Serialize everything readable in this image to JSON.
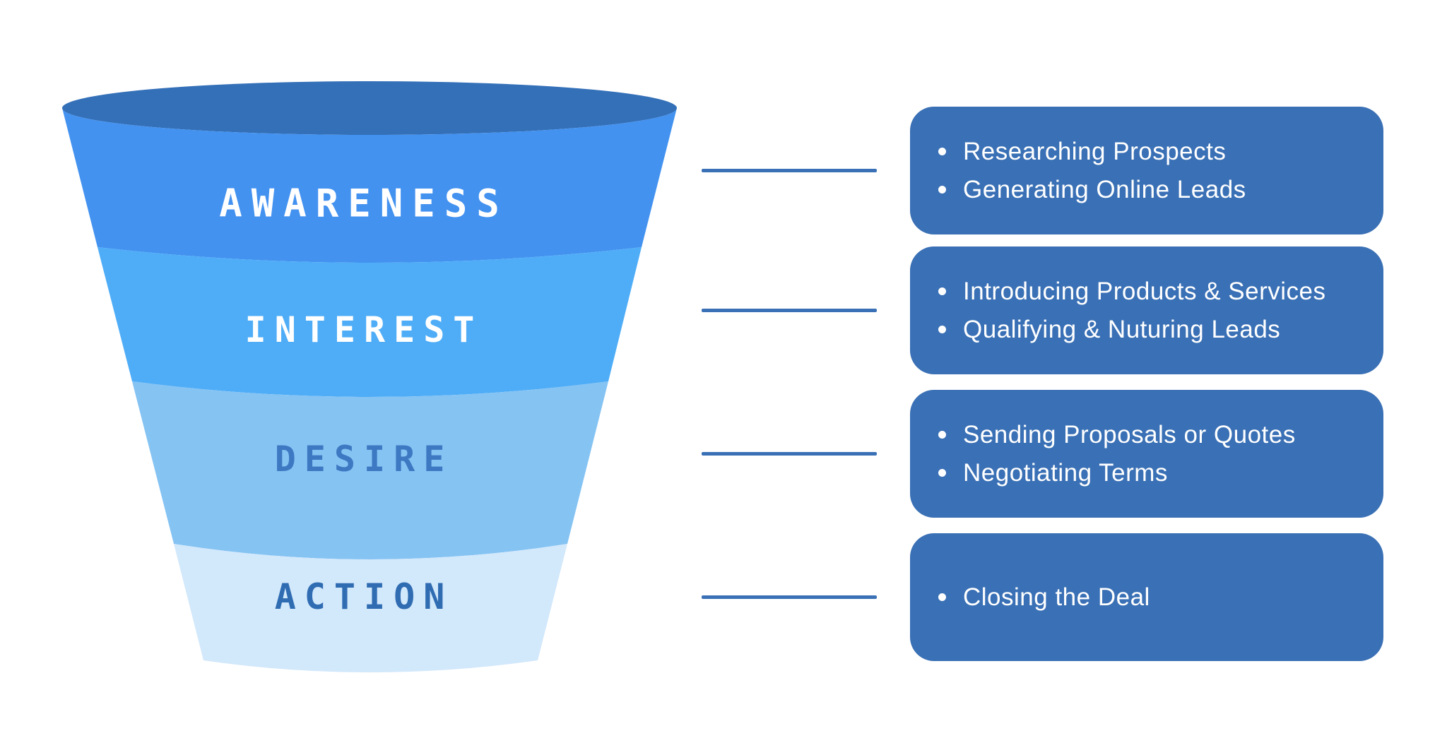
{
  "diagram": {
    "funnel": {
      "rim_color": "#3470B8",
      "stages": [
        {
          "label": "AWARENESS",
          "band_color": "#4392F0",
          "label_color": "#FFFFFF"
        },
        {
          "label": "INTEREST",
          "band_color": "#4FADF7",
          "label_color": "#FFFFFF"
        },
        {
          "label": "DESIRE",
          "band_color": "#85C3F3",
          "label_color": "#3D78C2"
        },
        {
          "label": "ACTION",
          "band_color": "#D2E8FB",
          "label_color": "#2F6CB2"
        }
      ]
    },
    "connector_color": "#3A70B5",
    "card_color": "#3A70B5",
    "card_text_color": "#FFFFFF",
    "bullet_icon": "filled-circle",
    "cards": [
      {
        "items": [
          "Researching Prospects",
          "Generating Online Leads"
        ]
      },
      {
        "items": [
          "Introducing Products & Services",
          "Qualifying & Nuturing Leads"
        ]
      },
      {
        "items": [
          "Sending Proposals or Quotes",
          "Negotiating Terms"
        ]
      },
      {
        "items": [
          "Closing the Deal"
        ]
      }
    ]
  }
}
